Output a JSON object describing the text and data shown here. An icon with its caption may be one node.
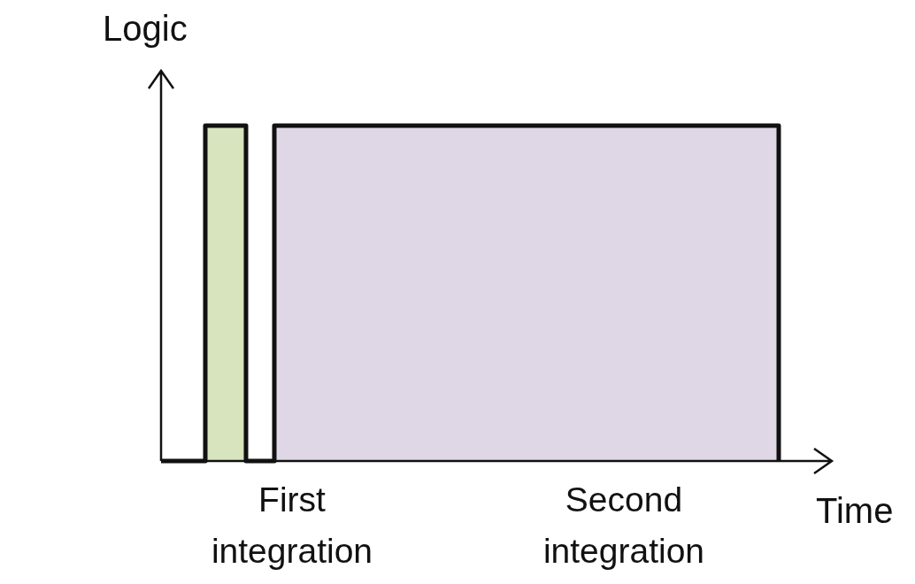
{
  "diagram": {
    "nodes": [
      {
        "text": [],
        "shape": "bar",
        "beside": [
          "First integration"
        ]
      },
      {
        "text": [],
        "shape": "bar",
        "beside": [
          "Second integration"
        ]
      }
    ],
    "labels": [
      "Logic",
      "Time"
    ]
  }
}
